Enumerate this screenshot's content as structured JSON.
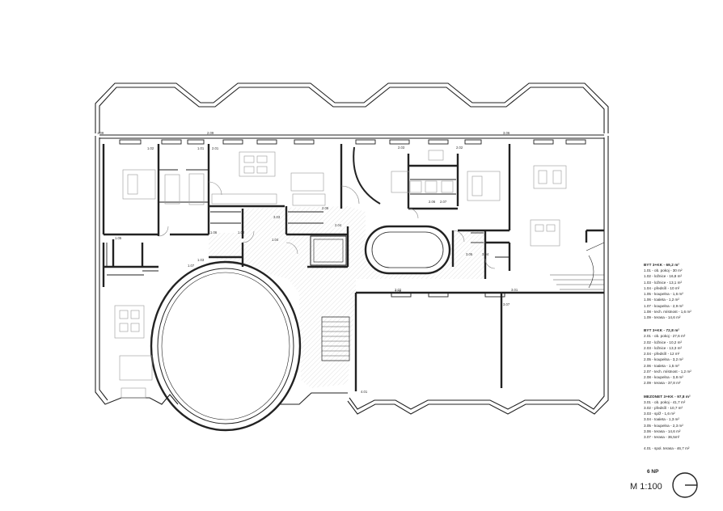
{
  "room_labels": [
    {
      "id": "1.09",
      "text": "1.09"
    },
    {
      "id": "1.02",
      "text": "1.02"
    },
    {
      "id": "1.01",
      "text": "1.01"
    },
    {
      "id": "1.05",
      "text": "1.05"
    },
    {
      "id": "1.07",
      "text": "1.07"
    },
    {
      "id": "1.03",
      "text": "1.03"
    },
    {
      "id": "1.04",
      "text": "1.04"
    },
    {
      "id": "1.06",
      "text": "1.06"
    },
    {
      "id": "1.08",
      "text": "1.08"
    },
    {
      "id": "2.09",
      "text": "2.09"
    },
    {
      "id": "2.01",
      "text": "2.01"
    },
    {
      "id": "2.03",
      "text": "2.03"
    },
    {
      "id": "2.02",
      "text": "2.02"
    },
    {
      "id": "2.05",
      "text": "2.05"
    },
    {
      "id": "2.06",
      "text": "2.06"
    },
    {
      "id": "2.07",
      "text": "2.07"
    },
    {
      "id": "2.04",
      "text": "2.04"
    },
    {
      "id": "2.08",
      "text": "2.08"
    },
    {
      "id": "3.06",
      "text": "3.06"
    },
    {
      "id": "3.05",
      "text": "3.05"
    },
    {
      "id": "3.04",
      "text": "3.04"
    },
    {
      "id": "3.02",
      "text": "3.02"
    },
    {
      "id": "3.01",
      "text": "3.01"
    },
    {
      "id": "3.07",
      "text": "3.07"
    },
    {
      "id": "4.01",
      "text": "4.01"
    },
    {
      "id": "3.03",
      "text": "3.03"
    }
  ],
  "legend": {
    "apartments": [
      {
        "heading": "BYT 3+KK - 69,2 m²",
        "rooms": [
          "1.01 - ob. pokoj - 30 m²",
          "1.02 - ložnice - 16,8 m²",
          "1.03 - ložnice - 13,1 m²",
          "1.04 - předsíň - 10 m²",
          "1.05 - koupelna - 1,6 m²",
          "1.06 - toaleta - 1,2 m²",
          "1.07 - koupelna - 2,9 m²",
          "1.08 - tech. místnost - 1,6 m²",
          "1.09 - terasa - 14,6 m²"
        ]
      },
      {
        "heading": "BYT 3+KK - 72,8 m²",
        "rooms": [
          "2.01 - ob. pokoj - 27,6 m²",
          "2.02 - ložnice - 10,2 m²",
          "2.03 - ložnice - 13,3 m²",
          "2.04 - předsíň - 12 m²",
          "2.05 - koupelna - 3,2 m²",
          "2.06 - toaleta - 1,5 m²",
          "2.07 - tech. místnost - 1,2 m²",
          "2.08 - koupelna - 3,8 m²",
          "2.09 - terasa - 37,8 m²"
        ]
      },
      {
        "heading": "MEZONET 3+KK - 97,8 m²",
        "rooms": [
          "3.01 - ob. pokoj - 41,7 m²",
          "3.02 - předsíň - 10,7 m²",
          "3.03 - spíž - 1,6 m²",
          "3.04 - toaleta - 1,3 m²",
          "3.05 - koupelna - 2,3 m²",
          "3.06 - terasa - 14,6 m²",
          "3.07 - terasa - 36,5m²"
        ]
      }
    ],
    "common_terrace": "4.01 - spol. terasa - 46,7 m²"
  },
  "floor": "6 NP",
  "scale": "M 1:100"
}
